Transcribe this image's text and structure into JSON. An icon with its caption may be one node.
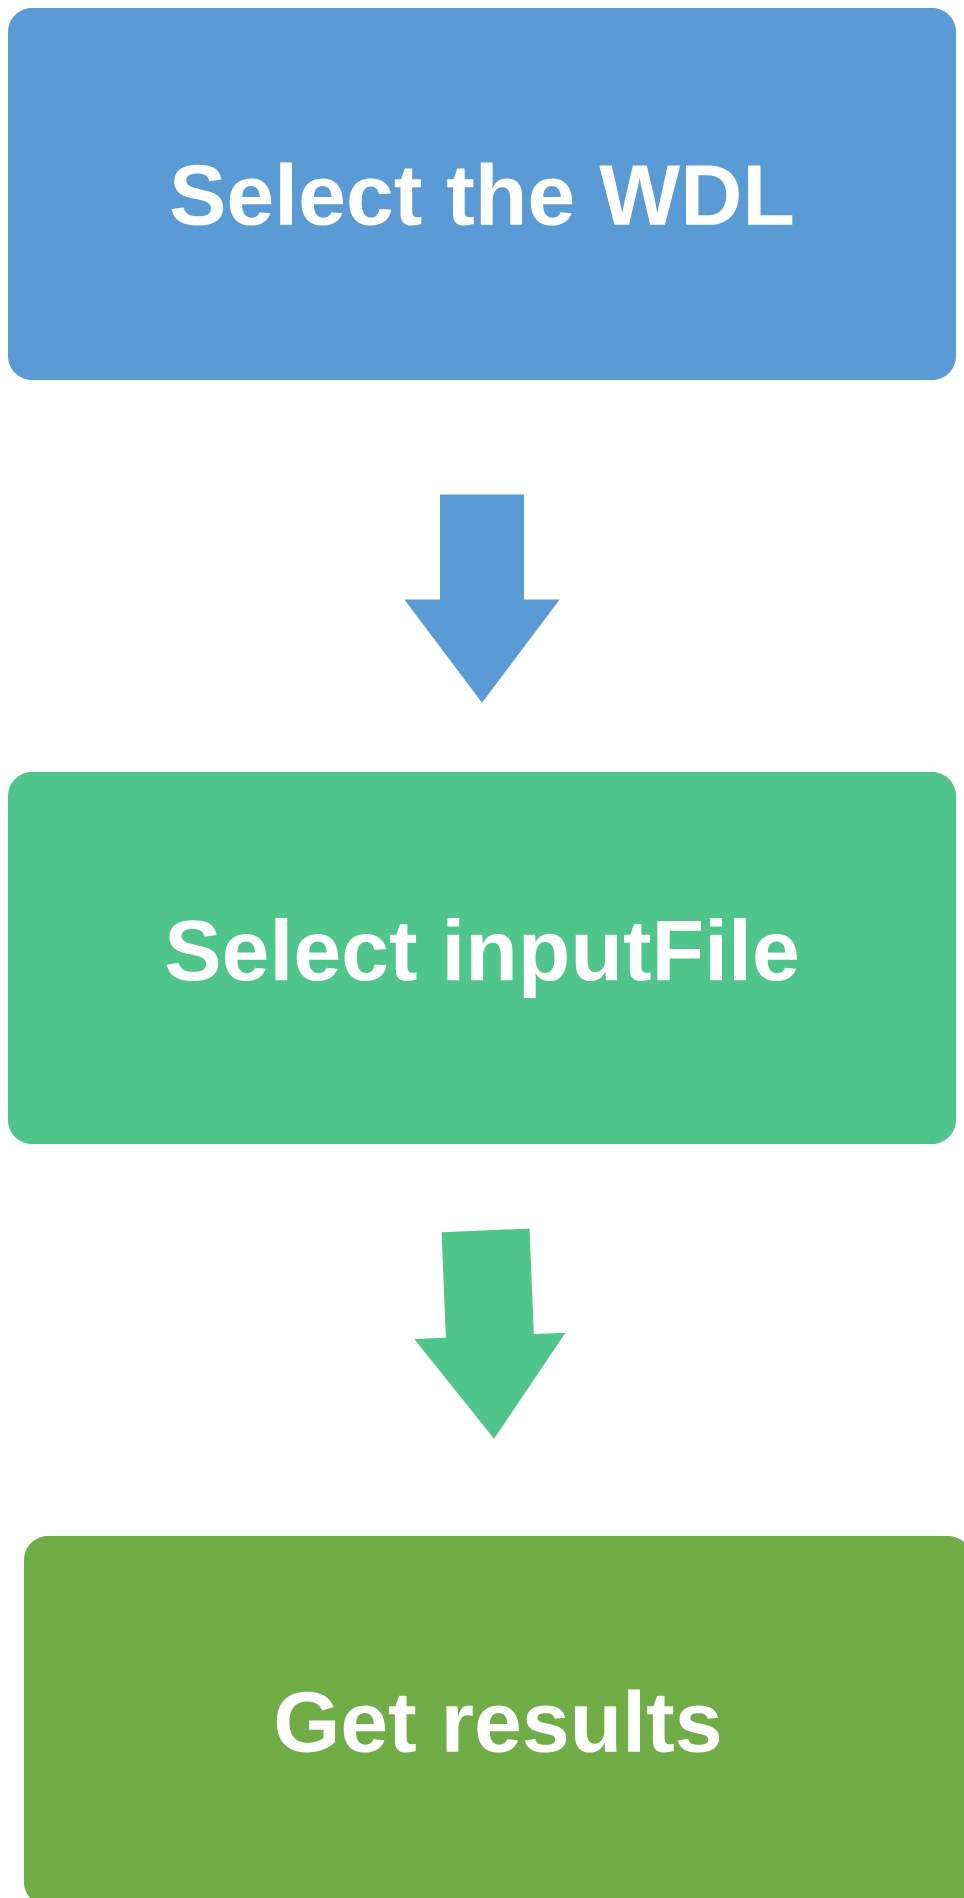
{
  "diagram": {
    "nodes": [
      {
        "text": [
          "Select the WDL"
        ]
      },
      {
        "text": [
          "Select inputFile"
        ]
      },
      {
        "text": [
          "Get results"
        ]
      }
    ],
    "edges": [
      {
        "from": 0,
        "to": 1,
        "arrow": "to",
        "color": "#5b9bd5"
      },
      {
        "from": 1,
        "to": 2,
        "arrow": "to",
        "color": "#4fc58b"
      }
    ]
  }
}
